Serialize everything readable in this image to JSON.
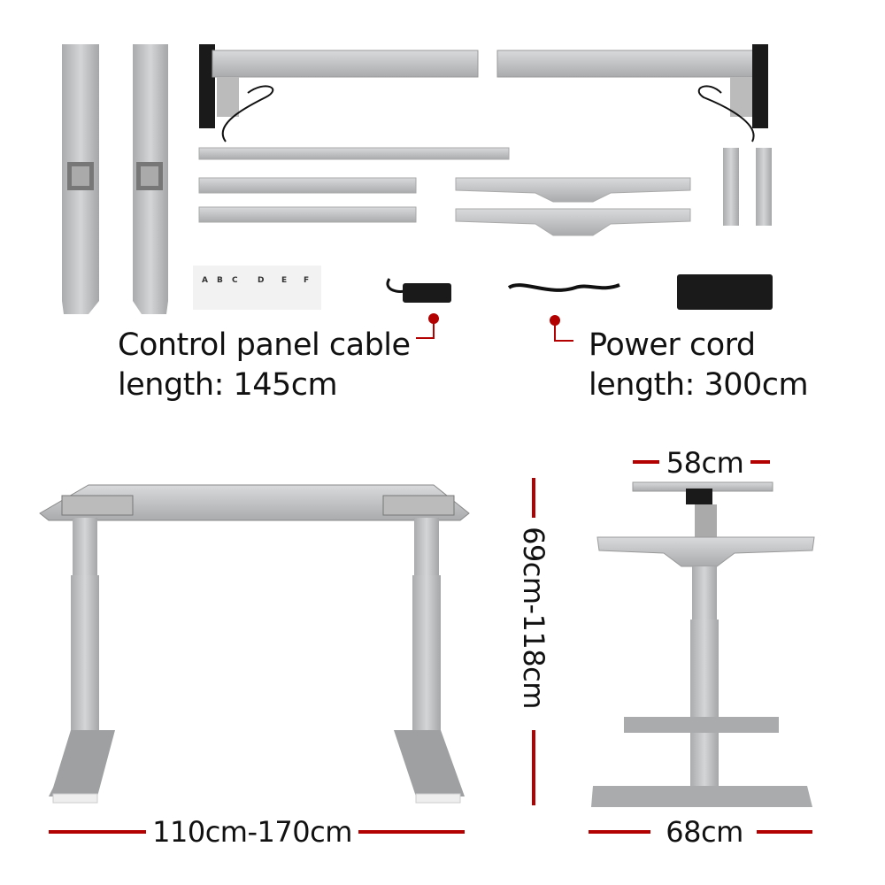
{
  "colors": {
    "accent": "#b30000",
    "metal": "#b9bbbd",
    "metal_dark": "#8a8c8e",
    "electronics": "#1a1a1a"
  },
  "hardware_labels": [
    "A",
    "B",
    "C",
    "D",
    "E",
    "F"
  ],
  "callouts": {
    "control_panel": {
      "line1": "Control panel cable",
      "line2": "length: 145cm"
    },
    "power_cord": {
      "line1": "Power cord",
      "line2": "length: 300cm"
    }
  },
  "dimensions": {
    "width": "110cm-170cm",
    "height": "69cm-118cm",
    "top_depth": "58cm",
    "base_depth": "68cm"
  }
}
